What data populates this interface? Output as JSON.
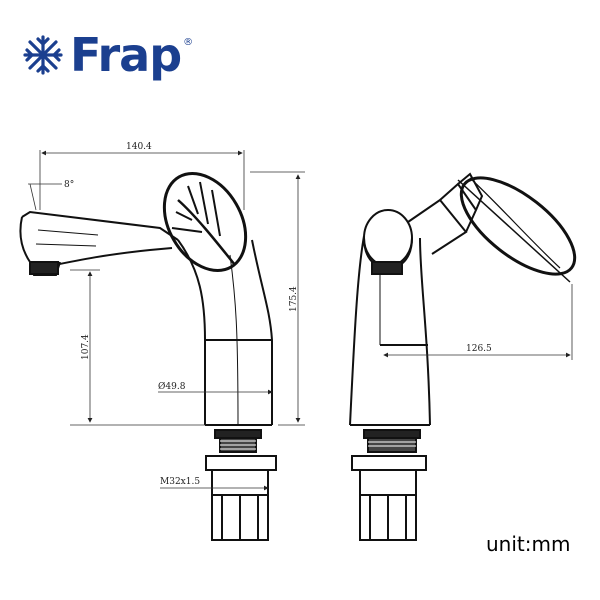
{
  "brand": {
    "name": "Frap",
    "registered": "®",
    "color": "#1b3f8f",
    "icon": "snowflake-logo-icon"
  },
  "unit_label": "unit:mm",
  "dimensions": {
    "total_width": "140.4",
    "angle": "8°",
    "total_height": "175.4",
    "spout_height": "107.4",
    "body_diameter": "Ø49.8",
    "thread": "M32x1.5",
    "handle_reach": "126.5"
  }
}
